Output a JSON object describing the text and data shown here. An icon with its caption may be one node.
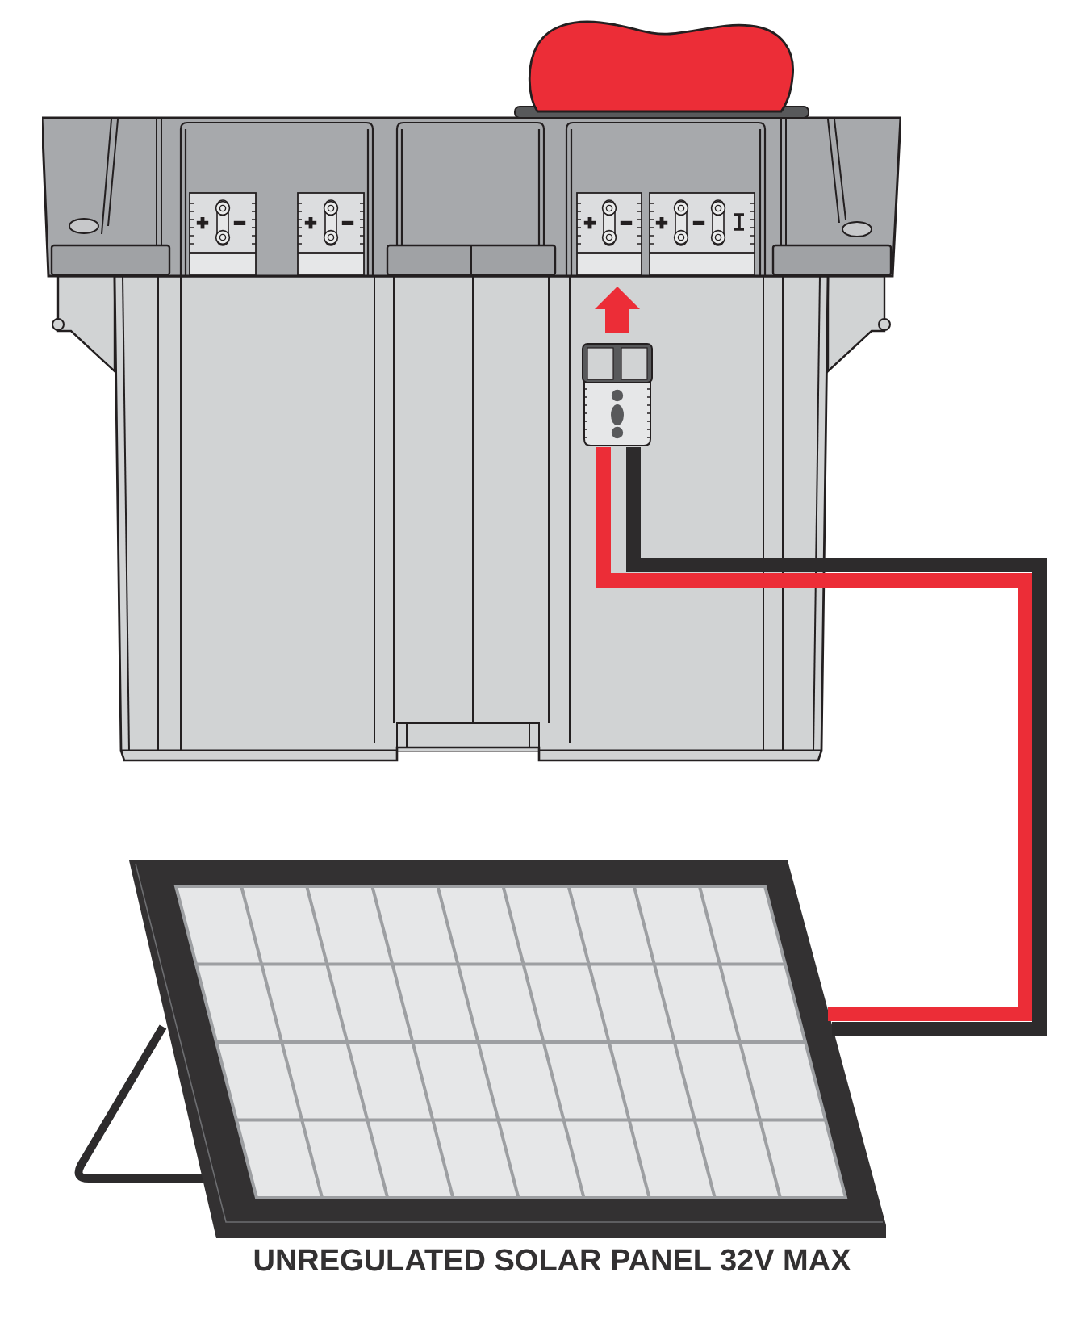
{
  "diagram": {
    "nodes": [
      {
        "text": [],
        "shape": "picture"
      },
      {
        "text": [],
        "shape": "picture"
      },
      {
        "text": [],
        "shape": "picture",
        "in": 0
      },
      {
        "text": [],
        "shape": "picture",
        "beside": [
          "UNREGULATED SOLAR PANEL 32V MAX"
        ]
      }
    ],
    "edges": [
      {
        "from": 2,
        "to": 1,
        "arrow": "to",
        "color": "#ec2d37"
      },
      {
        "from": 3,
        "to": 2,
        "arrow": "none",
        "color": "#ec2d37"
      },
      {
        "from": 3,
        "to": 2,
        "arrow": "none",
        "color": "#2d2b2c"
      }
    ]
  }
}
